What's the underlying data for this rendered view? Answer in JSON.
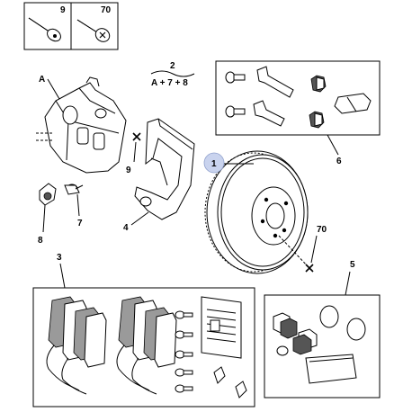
{
  "labels": {
    "screw_9": "9",
    "screw_70": "70",
    "caliper_A": "A",
    "kit_2": "2",
    "kit_2_formula": "A + 7 + 8",
    "guide_kit_6": "6",
    "disc_1": "1",
    "marker_9": "9",
    "bracket_4": "4",
    "bleed_7": "7",
    "cap_8": "8",
    "marker_70": "70",
    "pads_3": "3",
    "seals_5": "5"
  },
  "colors": {
    "highlight_circle": "#c9d3ee",
    "line": "#000000"
  }
}
